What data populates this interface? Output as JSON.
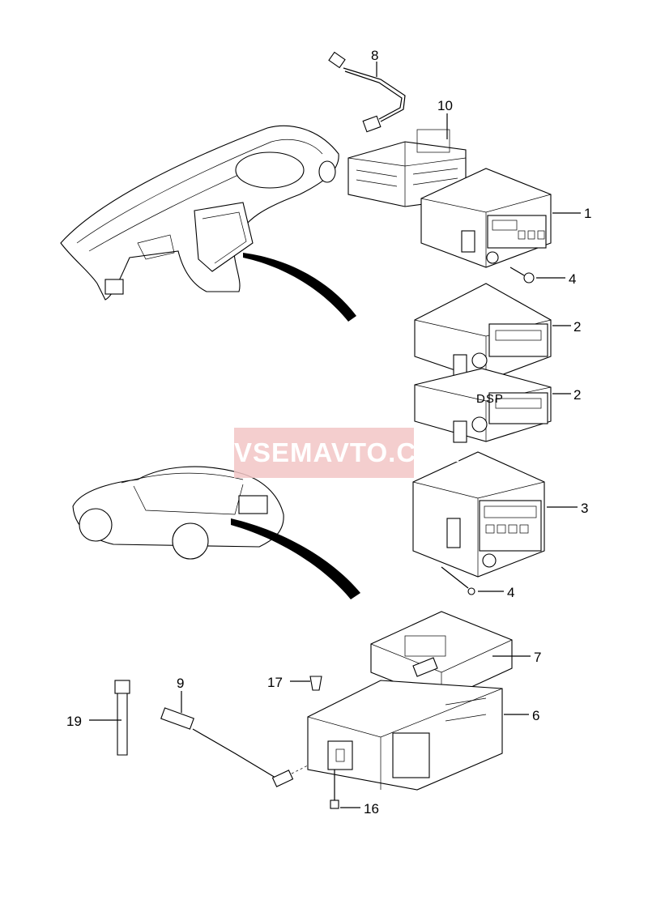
{
  "callouts": [
    "8",
    "10",
    "1",
    "4",
    "2",
    "2",
    "3",
    "4",
    "7",
    "17",
    "9",
    "6",
    "19",
    "16"
  ],
  "dsp_text": "DSP",
  "watermark": "VSEMAVTO.COM"
}
